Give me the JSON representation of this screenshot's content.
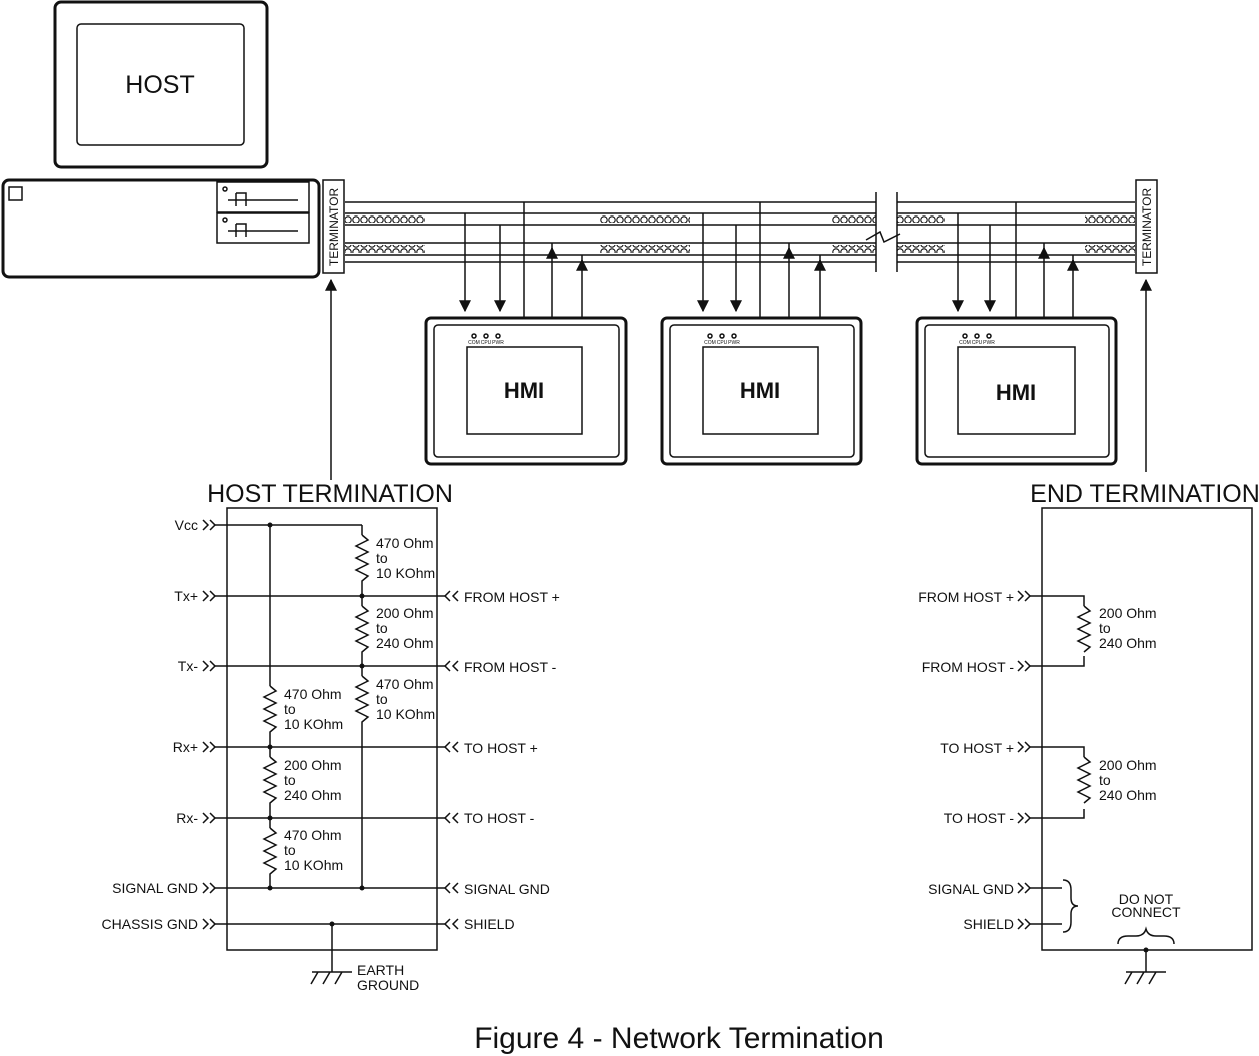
{
  "host": {
    "label": "HOST"
  },
  "terminator_label": "TERMINATOR",
  "hmi_units": [
    {
      "label": "HMI",
      "led_labels": [
        "COM",
        "CPU",
        "PWR"
      ]
    },
    {
      "label": "HMI",
      "led_labels": [
        "COM",
        "CPU",
        "PWR"
      ]
    },
    {
      "label": "HMI",
      "led_labels": [
        "COM",
        "CPU",
        "PWR"
      ]
    }
  ],
  "host_termination": {
    "title": "HOST TERMINATION",
    "left_pins": [
      "Vcc",
      "Tx+",
      "Tx-",
      "Rx+",
      "Rx-",
      "SIGNAL GND",
      "CHASSIS GND"
    ],
    "right_pins": [
      "FROM HOST +",
      "FROM HOST -",
      "TO HOST +",
      "TO HOST -",
      "SIGNAL GND",
      "SHIELD"
    ],
    "resistors": [
      {
        "lines": [
          "470 Ohm",
          "to",
          "10 KOhm"
        ]
      },
      {
        "lines": [
          "200 Ohm",
          "to",
          "240 Ohm"
        ]
      },
      {
        "lines": [
          "470 Ohm",
          "to",
          "10 KOhm"
        ]
      },
      {
        "lines": [
          "470 Ohm",
          "to",
          "10 KOhm"
        ]
      },
      {
        "lines": [
          "200 Ohm",
          "to",
          "240 Ohm"
        ]
      },
      {
        "lines": [
          "470 Ohm",
          "to",
          "10 KOhm"
        ]
      }
    ],
    "ground_label": [
      "EARTH",
      "GROUND"
    ]
  },
  "end_termination": {
    "title": "END TERMINATION",
    "left_pins": [
      "FROM HOST +",
      "FROM HOST -",
      "TO HOST +",
      "TO HOST -",
      "SIGNAL GND",
      "SHIELD"
    ],
    "resistors": [
      {
        "lines": [
          "200 Ohm",
          "to",
          "240 Ohm"
        ]
      },
      {
        "lines": [
          "200 Ohm",
          "to",
          "240 Ohm"
        ]
      }
    ],
    "do_not_connect": [
      "DO NOT",
      "CONNECT"
    ]
  },
  "caption": "Figure 4 - Network Termination"
}
